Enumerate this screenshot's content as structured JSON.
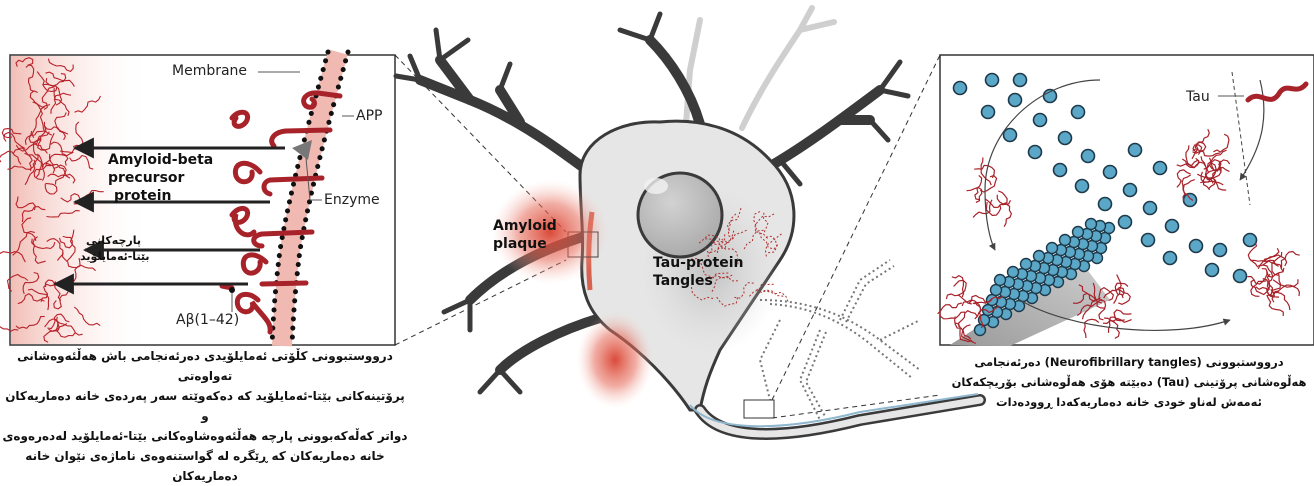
{
  "left_panel": {
    "membrane_label": "Membrane",
    "app_label": "APP",
    "enzyme_label": "Enzyme",
    "abeta_label": "Aβ(1–42)",
    "precursor_line1": "Amyloid-beta",
    "precursor_line2": "precursor",
    "precursor_line3": "protein",
    "fragments_line1": "پارچەکانی",
    "fragments_line2": "بێتا-ئەمایلۆید"
  },
  "center": {
    "amyloid_line1": "Amyloid",
    "amyloid_line2": "plaque",
    "tau_line1": "Tau-protein",
    "tau_line2": "Tangles"
  },
  "right_panel": {
    "tau_label": "Tau"
  },
  "captions": {
    "left_lines": [
      "درووستبوونی کڵۆتی ئەمایلۆیدی دەرئەنجامی باش هەڵئەوەشانی تەواوەتی",
      "پرۆتینەکانی بێتا-ئەمایلۆید کە دەکەوێتە سەر پەردەی خانە دەماریەکان و",
      "دواتر کەڵەکەبوونی پارچە هەڵئەوەشاوەکانی بێتا-ئەمایلۆید لەدەرەوەی",
      "خانە دەماریەکان کە ڕێگرە لە گواستنەوەی ناماژەی نێوان خانە",
      "دەماریەکان"
    ],
    "right_lines": [
      "درووستبوونی (Neurofibrillary tangles) دەرئەنجامی",
      "هەڵوەشانی پرۆتینی (Tau) دەبێتە هۆی هەڵوەشانی بۆریچکەکان",
      "ئەمەش لەناو خودی خانە دەماریەکەدا ڕوودەدات"
    ]
  },
  "colors": {
    "red": "#a8222a",
    "blob": "#d84a3a",
    "tau_bead": "#5ba7c8",
    "cell": "#e6e6e6"
  }
}
